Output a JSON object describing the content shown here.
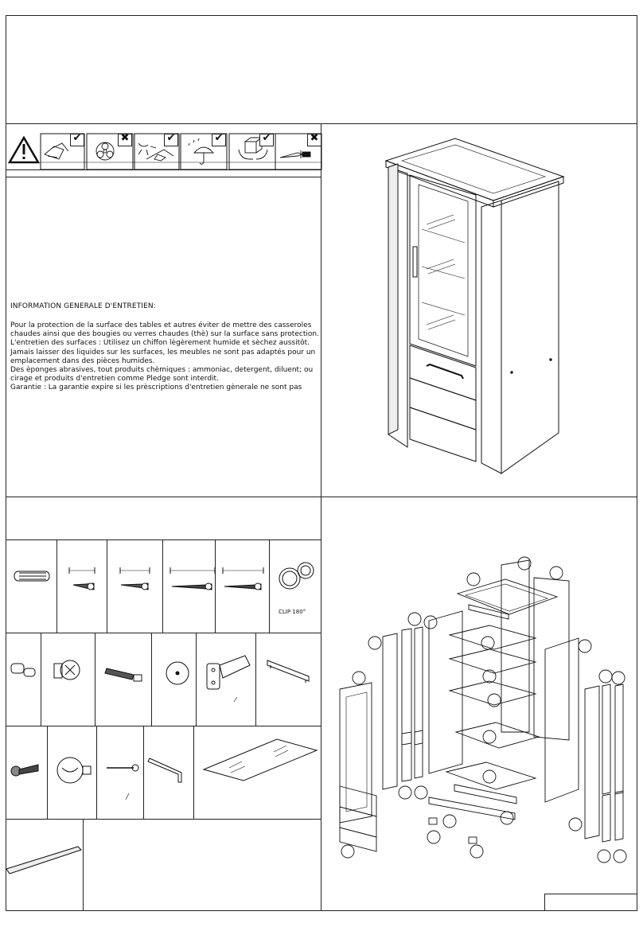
{
  "maintenance": {
    "title": "INFORMATION GENERALE D'ENTRETIEN:",
    "lines": [
      "Pour la protection de la surface des tables et autres éviter de mettre des casseroles",
      "chaudes ainsi que des bougies ou verres chaudes (thè) sur la surface sans protection.",
      "L'entretien des surfaces : Utilisez un chiffon lègèrement humide et sèchez aussitôt.",
      "Jamais laisser des liquides sur les surfaces, les meubles ne sont pas adaptés pour un",
      "emplacement dans des pièces humides.",
      "Des èponges abrasives, tout produits chèmiques : ammoniac, detergent, diluent; ou",
      "cirage et produits d'entretien comme Pledge sont interdit.",
      "Garantie : La garantie expire si les prèscriptions d'entretien gènerale ne sont pas"
    ]
  },
  "care_icons": [
    {
      "icon": "cloth-icon",
      "mark": "✔"
    },
    {
      "icon": "chemical-hazard-icon",
      "mark": "✖"
    },
    {
      "icon": "sunlight-icon",
      "mark": "✔"
    },
    {
      "icon": "umbrella-rain-icon",
      "mark": "✔"
    },
    {
      "icon": "handle-with-care-icon",
      "mark": "✔"
    },
    {
      "icon": "knife-icon",
      "mark": "✖"
    }
  ],
  "hardware": {
    "clip_label": "CLIP 180°"
  }
}
